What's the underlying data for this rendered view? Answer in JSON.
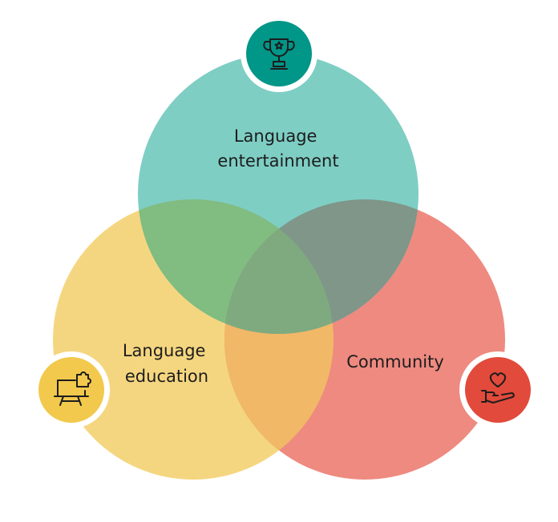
{
  "diagram": {
    "type": "venn",
    "sets": [
      {
        "id": "entertainment",
        "label_lines": [
          "Language",
          "entertainment"
        ],
        "fill": "#7ecec4",
        "icon": "trophy-icon",
        "icon_color": "#009688"
      },
      {
        "id": "education",
        "label_lines": [
          "Language",
          "education"
        ],
        "fill": "#f5d680",
        "icon": "presentation-puzzle-icon",
        "icon_color": "#f2c94c"
      },
      {
        "id": "community",
        "label_lines": [
          "Community"
        ],
        "fill": "#ee8a80",
        "icon": "heart-hand-icon",
        "icon_color": "#e24a3b"
      }
    ],
    "overlaps": {
      "entertainment_education": "#81bc80",
      "entertainment_community": "#7f9689",
      "education_community": "#f0b867",
      "center": "#7faa7f"
    }
  }
}
